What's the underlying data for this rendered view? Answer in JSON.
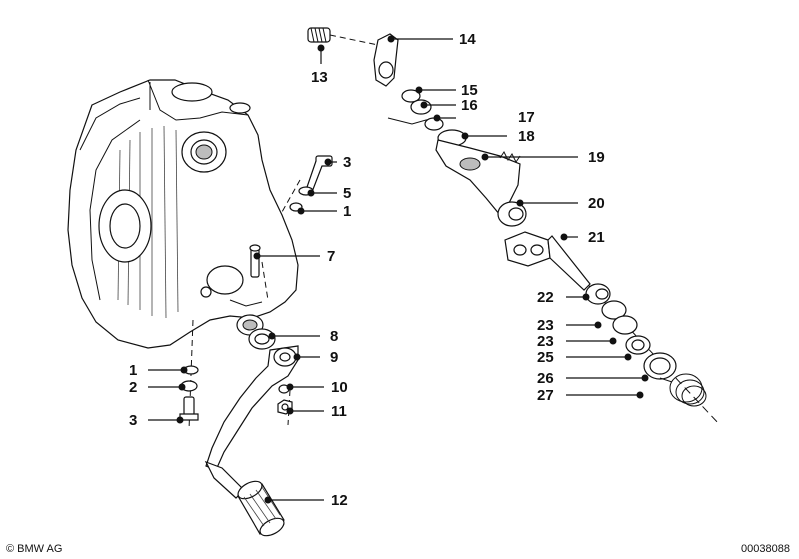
{
  "diagram": {
    "callouts": [
      {
        "id": "c13",
        "label": "13"
      },
      {
        "id": "c14",
        "label": "14"
      },
      {
        "id": "c15",
        "label": "15"
      },
      {
        "id": "c16",
        "label": "16"
      },
      {
        "id": "c17",
        "label": "17"
      },
      {
        "id": "c18",
        "label": "18"
      },
      {
        "id": "c19",
        "label": "19"
      },
      {
        "id": "c20",
        "label": "20"
      },
      {
        "id": "c21",
        "label": "21"
      },
      {
        "id": "c22",
        "label": "22"
      },
      {
        "id": "c23a",
        "label": "23"
      },
      {
        "id": "c23b",
        "label": "23"
      },
      {
        "id": "c25",
        "label": "25"
      },
      {
        "id": "c26",
        "label": "26"
      },
      {
        "id": "c27",
        "label": "27"
      },
      {
        "id": "c3a",
        "label": "3"
      },
      {
        "id": "c5",
        "label": "5"
      },
      {
        "id": "c1a",
        "label": "1"
      },
      {
        "id": "c7",
        "label": "7"
      },
      {
        "id": "c8",
        "label": "8"
      },
      {
        "id": "c9",
        "label": "9"
      },
      {
        "id": "c10",
        "label": "10"
      },
      {
        "id": "c11",
        "label": "11"
      },
      {
        "id": "c12",
        "label": "12"
      },
      {
        "id": "c1b",
        "label": "1"
      },
      {
        "id": "c2",
        "label": "2"
      },
      {
        "id": "c3b",
        "label": "3"
      }
    ],
    "copyright": "© BMW AG",
    "drawing_number": "00038088"
  }
}
